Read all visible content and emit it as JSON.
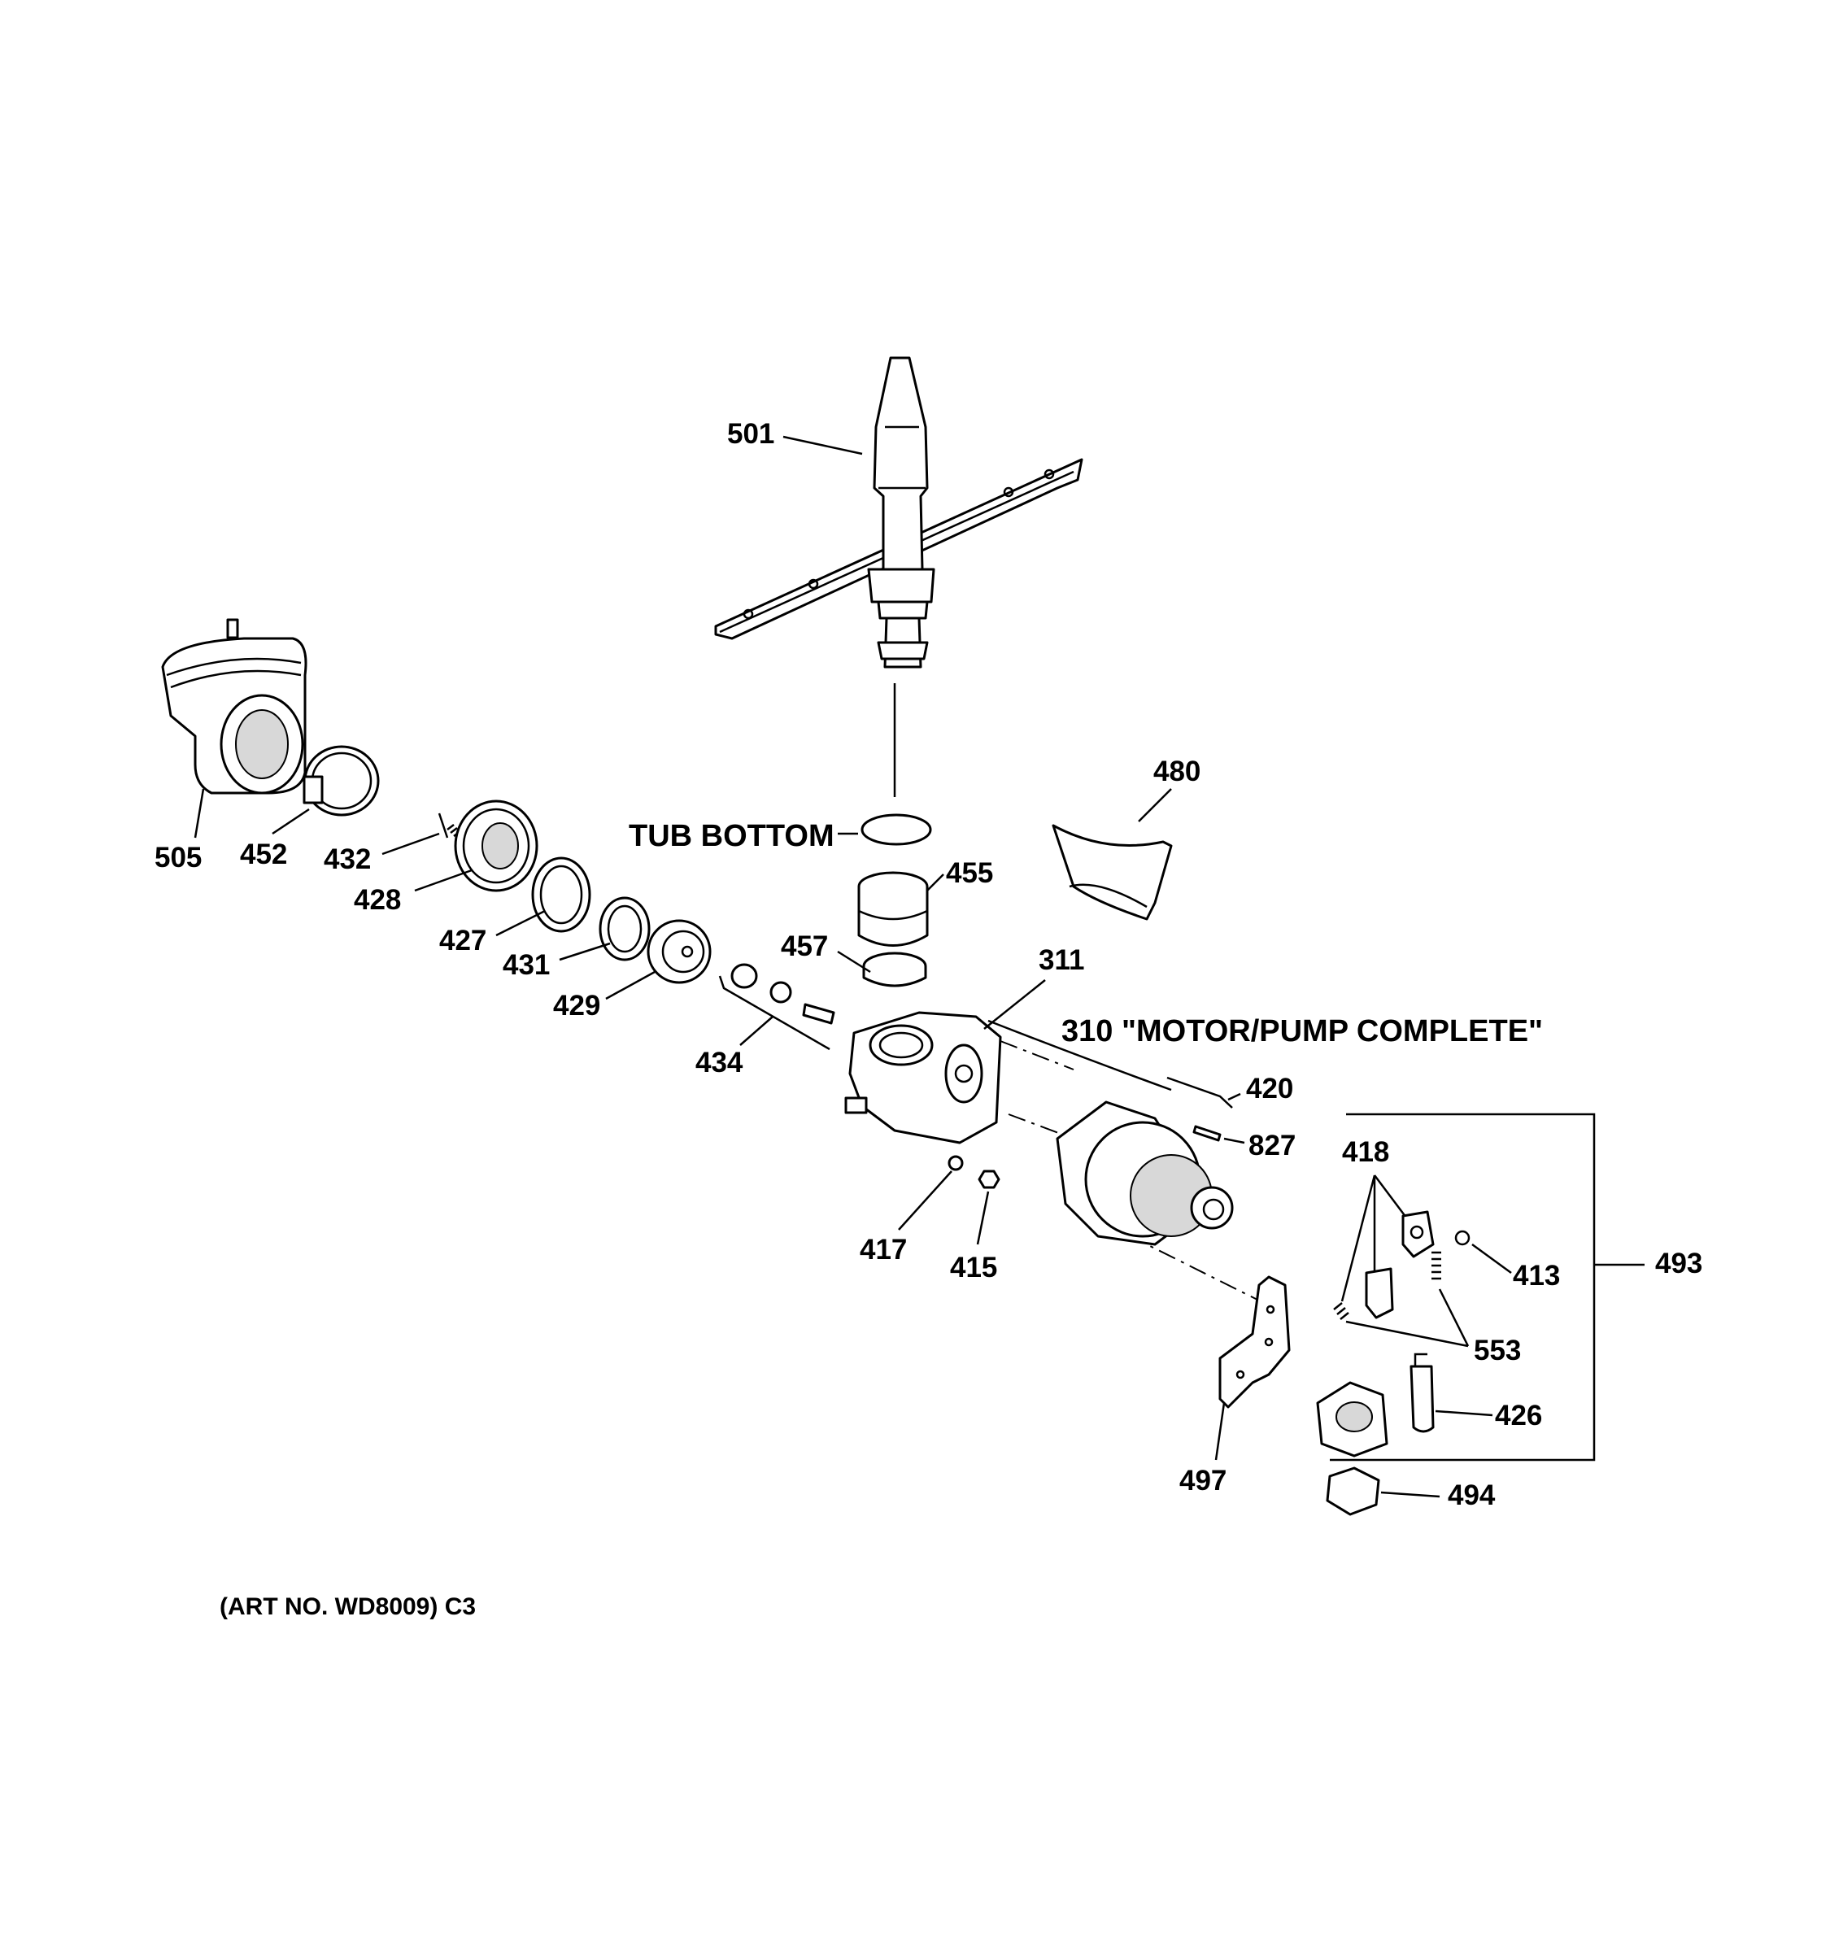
{
  "labels": {
    "p501": "501",
    "p480": "480",
    "p505": "505",
    "p452": "452",
    "p432": "432",
    "p428": "428",
    "p427": "427",
    "p431": "431",
    "p429": "429",
    "p434": "434",
    "tub_bottom": "TUB BOTTOM",
    "p455": "455",
    "p457": "457",
    "p311": "311",
    "motor_pump": "310 \"MOTOR/PUMP COMPLETE\"",
    "p420": "420",
    "p827": "827",
    "p418": "418",
    "p413": "413",
    "p493": "493",
    "p417": "417",
    "p415": "415",
    "p553": "553",
    "p426": "426",
    "p497": "497",
    "p494": "494",
    "art_no": "(ART NO. WD8009) C3"
  }
}
